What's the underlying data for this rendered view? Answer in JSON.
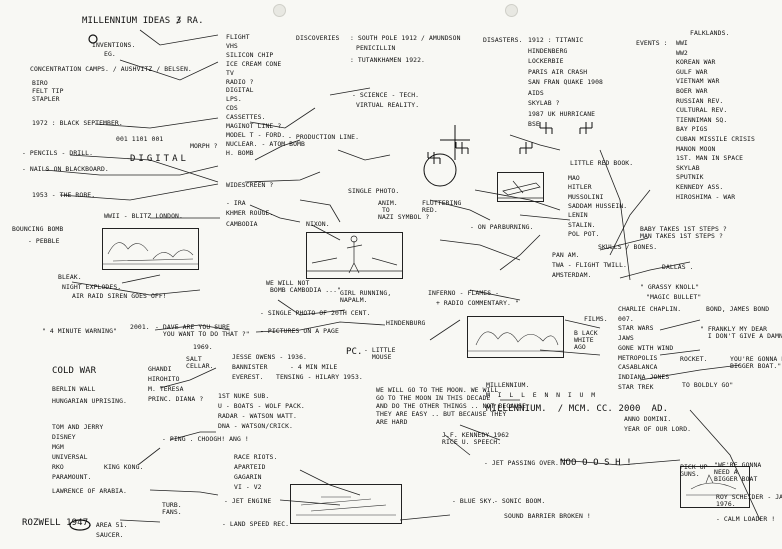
{
  "header": {
    "title": "MILLENNIUM IDEAS 3",
    "code": "/ RA."
  },
  "col1": {
    "inventions": [
      "INVENTIONS.",
      "EG."
    ],
    "camps": "CONCENTRATION CAMPS. / AUSHVITZ / BELSEN.",
    "misc": [
      "BIRO",
      "FELT TIP",
      "STAPLER"
    ],
    "black_september": "1972 : BLACK SEPTEMBER.",
    "digital_code": "001 1101 001",
    "morph": "MORPH ?",
    "digital": "DIGITAL",
    "pencils": "- PENCILS - DRILL.",
    "nails": "- NAILS ON BLACKBOARD.",
    "robe": "1953 - THE ROBE.",
    "blitz": "WWII - BLITZ LONDON.",
    "bouncing": "BOUNCING BOMB",
    "pebble": "- PEBBLE",
    "bleak": "BLEAK.",
    "night": "NIGHT EXPLODES.",
    "air_raid": "AIR RAID SIREN GOES OFF!",
    "four_min": "\" 4 MINUTE WARNING\"",
    "year2001": "2001.",
    "dave": "- DAVE ARE YOU SURE\n  YOU WANT TO DO THAT ?\"",
    "y1969": "1969.",
    "cold_war": "COLD WAR",
    "berlin": "BERLIN WALL",
    "hungarian": "HUNGARIAN UPRISING.",
    "salt": "SALT\nCELLAR.",
    "tom": "TOM AND JERRY",
    "disney": "DISNEY",
    "mgm": "MGM",
    "universal": "UNIVERSAL",
    "rko": "RKO",
    "king_kong": "KING KONG.",
    "paramount": "PARAMOUNT.",
    "lawrence": "LAWRENCE OF ARABIA.",
    "roswell": "ROZWELL 1947",
    "area51": "- AREA 51.",
    "saucer": "SAUCER."
  },
  "col2": {
    "inventions": [
      "FLIGHT",
      "VHS",
      "SILICON CHIP",
      "ICE CREAM CONE",
      "TV",
      "RADIO ?",
      "DIGITAL",
      "LPs.",
      "CDs",
      "CASSETTES.",
      "MAGINOT LINE ?",
      "MODEL T - FORD.",
      "NUCLEAR. - ATOM BOMB",
      "H. BOMB"
    ],
    "production": "- PRODUCTION LINE.",
    "widescreen": "WIDESCREEN ?",
    "ira": "- IRA",
    "khmer": "KHMER ROUGE.",
    "cambodia": "CAMBODIA",
    "nixon": "NIXON.",
    "single_photo": "SINGLE PHOTO.",
    "we_will_not": "WE WILL NOT\n BOMB CAMBODIA ...\"",
    "girl": "GIRL RUNNING,\nNAPALM.",
    "single_photo2": "- SINGLE PHOTO OF 20TH CENT.",
    "pictures_moon": "- PICTURES ON A PAGE",
    "hindenburg": "HINDENBURG",
    "pc": "PC.",
    "little_mouse": "- LITTLE\n  MOUSE",
    "gandhi": [
      "GHANDI",
      "HIROHITO",
      "M. TERESA",
      "PRINC. DIANA ?"
    ],
    "owens": "JESSE OWENS - 1936.",
    "bannister": "BANNISTER",
    "four_min_mile": "- 4 MIN MILE",
    "everest": "EVEREST.",
    "tensing": "TENSING - HILARY 1953.",
    "nuke": [
      "1ST NUKE SUB.",
      "U - BOATS - WOLF PACK.",
      "RADAR - WATSON WATT.",
      "DNA - WATSON/CRICK."
    ],
    "ping": "- PING . CHOOGH! ANG !",
    "race": [
      "RACE RIOTS.",
      "APARTEID",
      "GAGARIN",
      "VI - V2"
    ],
    "jet": "- JET ENGINE",
    "turb": "TURB.\nFANS.",
    "land_speed": "- LAND SPEED REC."
  },
  "col3": {
    "discoveries": "DISCOVERIES",
    "south_pole": ": SOUTH POLE 1912 / AMUNDSON",
    "penicillin": "PENICILLIN",
    "tut": ": TUTANKHAMEN 1922.",
    "science": "- SCIENCE - TECH.",
    "virtual": "VIRTUAL REALITY.",
    "anim": "ANIM.\n TO\nNAZI SYMBOL ?",
    "fluttering": "FLUTTERING\nRED.",
    "on_par": "- ON PAR.",
    "burning": "BURNING.",
    "inferno": "INFERNO - FLAMES -",
    "radio_comm": "+ RADIO COMMENTARY. \"",
    "moon_quote": "WE WILL GO TO THE MOON. WE WILL\nGO TO THE MOON IN THIS DECADE\nAND DO THE OTHER THINGS .. NOT BECAUSE\nTHEY ARE EASY .. BUT BECAUSE THEY\nARE HARD",
    "jfk": "J.F. KENNEDY 1962\nRICE U. SPEECH.",
    "millennium": "MILLENNIUM.",
    "millennium_sp": "M I L L E N N I U M",
    "millennium_mcm": "MILLENNIUM.  / MCM. CC. 2000  AD.",
    "anno": "ANNO DOMINI.",
    "year_lord": "YEAR OF OUR LORD.",
    "jet_pass": "- JET PASSING OVER.",
    "noo": "NOO O O S H !",
    "blue_sky": "- BLUE SKY.",
    "sonic": "- SONIC BOOM.",
    "sound_barrier": "SOUND BARRIER BROKEN !"
  },
  "col4": {
    "disasters": "DISASTERS.",
    "list": [
      "1912 : TITANIC",
      "HINDENBERG",
      "LOCKERBIE",
      "PARIS AIR CRASH",
      "SAN FRAN QUAKE 1908",
      "AIDS",
      "SKYLAB ?",
      "1987 UK HURRICANE",
      "BSE"
    ],
    "little_red": "LITTLE RED BOOK.",
    "dictators": [
      "MAO",
      "HITLER",
      "MUSSOLINI",
      "SADDAM HUSSEIN.",
      "LENIN",
      "STALIN.",
      "POL POT."
    ],
    "skulls": "SKULLS / BONES.",
    "pan_am": "PAN AM.",
    "twa": "TWA - FLIGHT TWILL.",
    "amsterdam": "AMSTERDAM."
  },
  "col5": {
    "events": "EVENTS :",
    "falklands": "FALKLANDS.",
    "list": [
      "WWI",
      "WW2",
      "KOREAN WAR",
      "GULF WAR",
      "VIETNAM WAR",
      "BOER WAR",
      "RUSSIAN REV.",
      "CULTURAL REV.",
      "TIENNIMAN SQ.",
      "BAY PIGS",
      "CUBAN MISSILE CRISIS",
      "MANON MOON",
      "1ST. MAN IN SPACE",
      "SKYLAB",
      "SPUTNIK",
      "KENNEDY ASS.",
      "HIROSHIMA - WAR"
    ],
    "baby": "BABY TAKES 1ST STEPS ?\nMAN TAKES 1ST STEPS ?",
    "dallas": "DALLAS .",
    "grassy": "\" GRASSY KNOLL\"",
    "magic": "\"MAGIC BULLET\"",
    "films": "FILMS.",
    "black_white": "B LACK\nWHITE\nAGO",
    "films_list": [
      "CHARLIE CHAPLIN.",
      "007.",
      "STAR WARS",
      "JAWS",
      "GONE WITH WIND",
      "METROPOLIS",
      "CASABLANCA",
      "INDIANA JONES",
      "STAR TREK"
    ],
    "bond": "BOND, JAMES BOND",
    "frankly": "\" FRANKLY MY DEAR\n  I DON'T GIVE A DAMN.\"",
    "rocket": "ROCKET.",
    "need_boat": "YOU'RE GONNA NEED A\nBIGGER BOAT.\"",
    "to_boldly": "TO BOLDLY GO\"",
    "pick_up": "PICK UP\nGUNS.",
    "were_gonna": "\"WE'RE GONNA\nNEED A\nBIGGER BOAT",
    "roy": "ROY SCHEIDER - JAWS\n1976.",
    "calm": "- CALM LOADER !"
  },
  "colors": {
    "ink": "#111111",
    "paper": "#f8f8f4"
  }
}
